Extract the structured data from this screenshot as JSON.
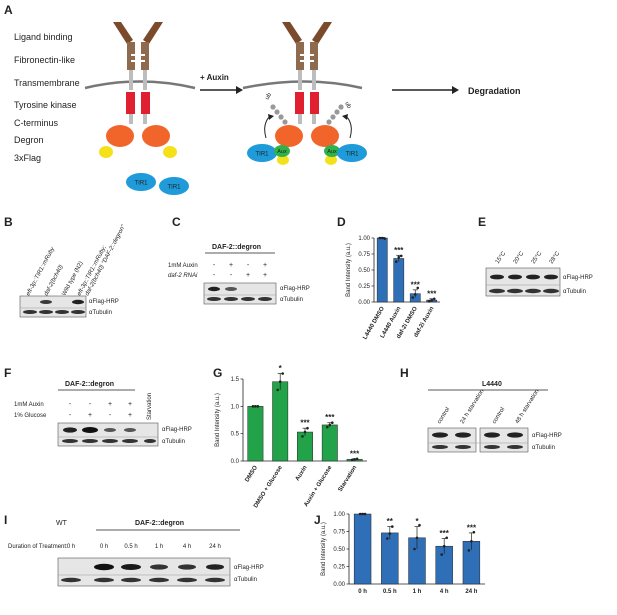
{
  "panels": {
    "A": "A",
    "B": "B",
    "C": "C",
    "D": "D",
    "E": "E",
    "F": "F",
    "G": "G",
    "H": "H",
    "I": "I",
    "J": "J"
  },
  "panel_a": {
    "labels": [
      "Ligand binding",
      "Fibronectin-like",
      "Transmembrane",
      "Tyrosine kinase",
      "C-terminus",
      "Degron",
      "3xFlag"
    ],
    "tir1": "TIR1",
    "aux": "Aux",
    "ub": "ub",
    "plus_auxin": "+ Auxin",
    "degradation": "Degradation"
  },
  "panel_b": {
    "lanes": [
      "eft-3p::TIR1::mRuby",
      "daf-2(bch40)",
      "Wild type (N2)",
      "eft-3p::TIR1::mRuby;",
      "daf-2(bch40) \"DAF-2::degron\""
    ],
    "flag": "αFlag-HRP",
    "tubulin": "αTubulin"
  },
  "panel_c": {
    "title": "DAF-2::degron",
    "row1_label": "1mM Auxin",
    "row1": [
      "-",
      "+",
      "-",
      "+"
    ],
    "row2_label": "daf-2 RNAi",
    "row2": [
      "-",
      "-",
      "+",
      "+"
    ],
    "flag": "αFlag-HRP",
    "tubulin": "αTubulin"
  },
  "panel_e": {
    "temps": [
      "15°C",
      "20°C",
      "25°C",
      "28°C"
    ],
    "flag": "αFlag-HRP",
    "tubulin": "αTubulin"
  },
  "panel_f": {
    "title": "DAF-2::degron",
    "starvation": "Starvation",
    "row1_label": "1mM Auxin",
    "row1": [
      "-",
      "-",
      "+",
      "+"
    ],
    "row2_label": "1% Glucose",
    "row2": [
      "-",
      "+",
      "-",
      "+"
    ],
    "flag": "αFlag-HRP",
    "tubulin": "αTubulin"
  },
  "panel_h": {
    "title": "L4440",
    "lanes": [
      "control",
      "24 h starvation",
      "control",
      "48 h starvation"
    ],
    "flag": "αFlag-HRP",
    "tubulin": "αTubulin"
  },
  "panel_i": {
    "wt": "WT",
    "title": "DAF-2::degron",
    "duration_label": "Duration of Treatment:",
    "times": [
      "0 h",
      "0 h",
      "0.5 h",
      "1 h",
      "4 h",
      "24 h"
    ],
    "flag": "αFlag-HRP",
    "tubulin": "αTubulin"
  },
  "chart_data": [
    {
      "panel": "D",
      "type": "bar",
      "categories": [
        "L4440 DMSO",
        "L4440 Auxin",
        "daf-2i DMSO",
        "daf-2i Auxin"
      ],
      "values": [
        1.0,
        0.68,
        0.13,
        0.03
      ],
      "errors": [
        0.01,
        0.05,
        0.06,
        0.02
      ],
      "points": [
        [
          1.0,
          1.0,
          0.99
        ],
        [
          0.63,
          0.7,
          0.72
        ],
        [
          0.07,
          0.12,
          0.22
        ],
        [
          0.01,
          0.03,
          0.05
        ]
      ],
      "significance": [
        "",
        "***",
        "***",
        "***"
      ],
      "ylabel": "Band Intensity (a.u.)",
      "ylim": [
        0,
        1.0
      ],
      "yticks": [
        "0.00",
        "0.25",
        "0.50",
        "0.75",
        "1.00"
      ],
      "color": "#2e6fb7"
    },
    {
      "panel": "G",
      "type": "bar",
      "categories": [
        "DMSO",
        "DMSO + Glucose",
        "Auxin",
        "Auxin + Glucose",
        "Starvation"
      ],
      "values": [
        1.0,
        1.45,
        0.53,
        0.66,
        0.03
      ],
      "errors": [
        0.01,
        0.15,
        0.07,
        0.04,
        0.01
      ],
      "points": [
        [
          1.0,
          1.0,
          1.0
        ],
        [
          1.3,
          1.45,
          1.6
        ],
        [
          0.45,
          0.53,
          0.6
        ],
        [
          0.62,
          0.66,
          0.7
        ],
        [
          0.02,
          0.03,
          0.04
        ]
      ],
      "significance": [
        "",
        "*",
        "***",
        "***",
        "***"
      ],
      "ylabel": "Band Intensity (a.u.)",
      "ylim": [
        0,
        1.5
      ],
      "yticks": [
        "0.0",
        "0.5",
        "1.0",
        "1.5"
      ],
      "color": "#22a34a"
    },
    {
      "panel": "J",
      "type": "bar",
      "categories": [
        "0 h",
        "0.5 h",
        "1 h",
        "4 h",
        "24 h"
      ],
      "values": [
        1.0,
        0.73,
        0.66,
        0.54,
        0.61
      ],
      "errors": [
        0.01,
        0.09,
        0.16,
        0.11,
        0.12
      ],
      "points": [
        [
          1.0,
          1.0,
          1.0
        ],
        [
          0.65,
          0.72,
          0.82
        ],
        [
          0.5,
          0.66,
          0.84
        ],
        [
          0.42,
          0.54,
          0.66
        ],
        [
          0.48,
          0.61,
          0.74
        ]
      ],
      "significance": [
        "",
        "**",
        "*",
        "***",
        "***"
      ],
      "ylabel": "Band Intensity (a.u.)",
      "ylim": [
        0,
        1.0
      ],
      "yticks": [
        "0.00",
        "0.25",
        "0.50",
        "0.75",
        "1.00"
      ],
      "color": "#2e6fb7"
    }
  ]
}
